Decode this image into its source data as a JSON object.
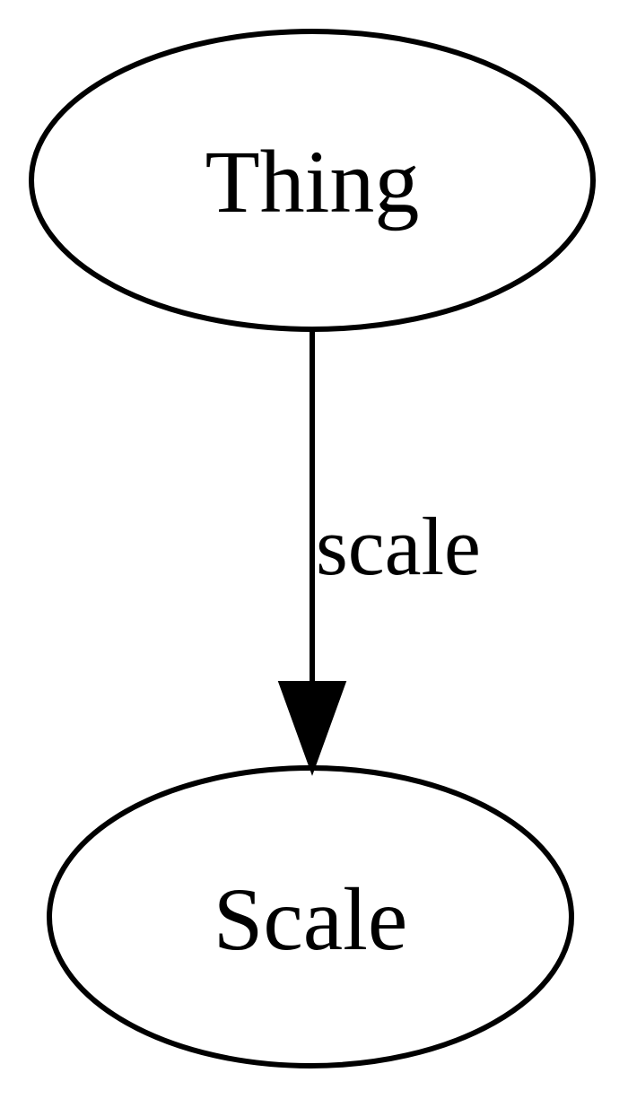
{
  "diagram": {
    "nodes": [
      {
        "id": "thing",
        "label": "Thing"
      },
      {
        "id": "scale",
        "label": "Scale"
      }
    ],
    "edges": [
      {
        "from": "thing",
        "to": "scale",
        "label": "scale"
      }
    ],
    "colors": {
      "stroke": "#000000",
      "background": "#ffffff"
    }
  }
}
